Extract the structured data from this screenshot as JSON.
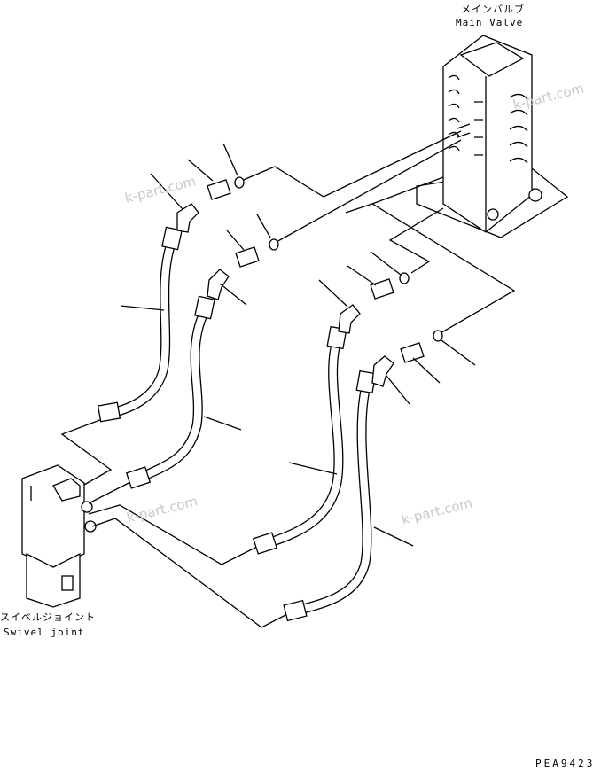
{
  "labels": {
    "main_valve_jp": "メインバルブ",
    "main_valve_en": "Main Valve",
    "swivel_jp": "スイベルジョイント",
    "swivel_en": "Swivel joint",
    "figure_code": "PEA9423"
  },
  "watermarks": [
    "k-part.com",
    "k-part.com",
    "k-part.com",
    "k-part.com"
  ]
}
